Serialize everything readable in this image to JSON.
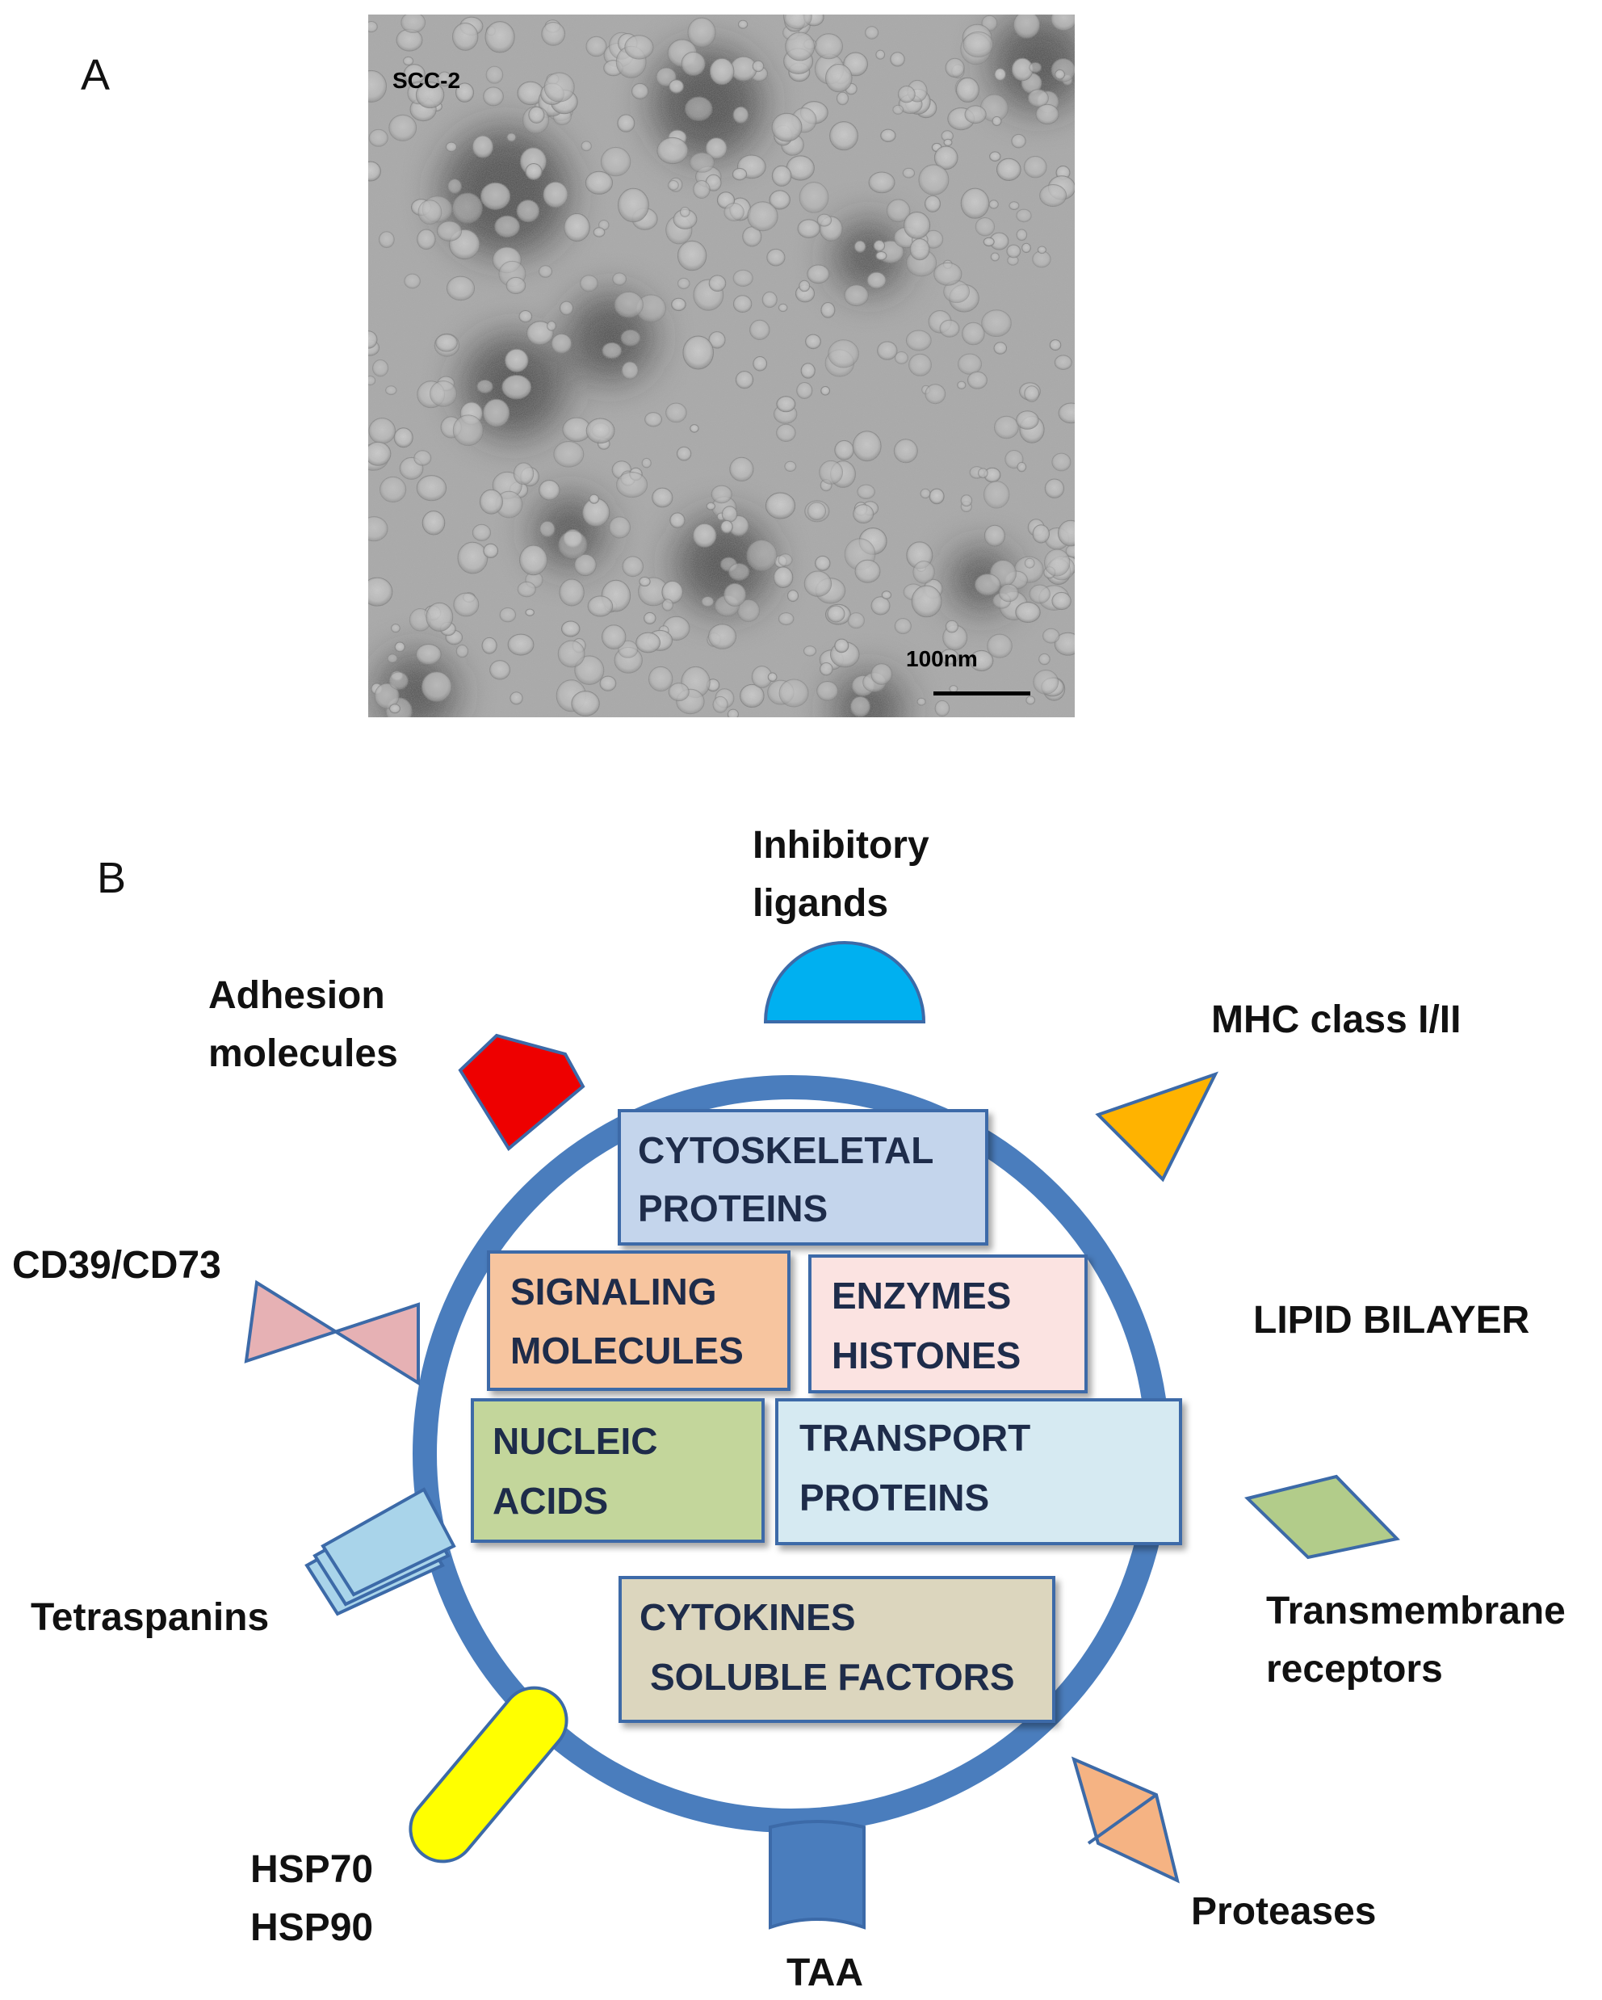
{
  "panel_a": {
    "letter": "A",
    "sample_label": "SCC-2",
    "scale_bar_label": "100nm"
  },
  "panel_b": {
    "letter": "B",
    "membrane_label": "LIPID BILAYER",
    "external": {
      "inhibitory_ligands": [
        "Inhibitory",
        "ligands"
      ],
      "mhc": [
        "MHC class I/II"
      ],
      "adhesion": [
        "Adhesion",
        "molecules"
      ],
      "cd39": [
        "CD39/CD73"
      ],
      "tetraspanins": [
        "Tetraspanins"
      ],
      "hsp": [
        "HSP70",
        "HSP90"
      ],
      "taa": [
        "TAA"
      ],
      "proteases": [
        "Proteases"
      ],
      "transmembrane": [
        "Transmembrane",
        "receptors"
      ]
    },
    "boxes": {
      "cytoskeletal": [
        "CYTOSKELETAL",
        "PROTEINS"
      ],
      "signaling": [
        "SIGNALING",
        "MOLECULES"
      ],
      "enzymes": [
        "ENZYMES",
        "HISTONES"
      ],
      "nucleic": [
        "NUCLEIC",
        "ACIDS"
      ],
      "transport": [
        "TRANSPORT",
        "PROTEINS"
      ],
      "cytokines": [
        "CYTOKINES",
        "SOLUBLE FACTORS"
      ]
    },
    "colors": {
      "membrane": "#4a7dbd",
      "inhibitory_ligand": "#00b0f0",
      "mhc": "#ffb300",
      "adhesion": "#ee0000",
      "cd39": "#e6b1b4",
      "tetraspanin": "#a9d4ea",
      "hsp": "#ffff00",
      "taa": "#4a7dbd",
      "protease": "#f5b383",
      "transmembrane": "#b2cc8a",
      "box_cytoskeletal": "#c4d5ec",
      "box_signaling": "#f7c59f",
      "box_enzymes": "#fbe3e1",
      "box_nucleic": "#c3d69b",
      "box_transport": "#d6eaf2",
      "box_cytokines": "#dcd6be",
      "box_text": "#1e2c4a"
    }
  }
}
